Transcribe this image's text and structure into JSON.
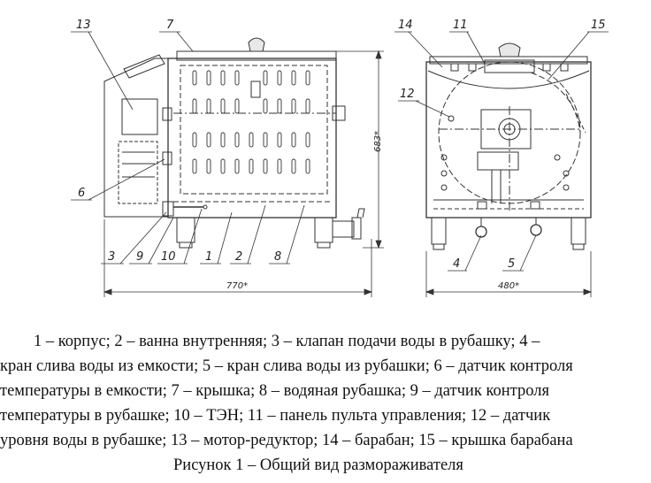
{
  "callouts": {
    "l1": "1",
    "l2": "2",
    "l3": "3",
    "l4": "4",
    "l5": "5",
    "l6": "6",
    "l7": "7",
    "l8": "8",
    "l9": "9",
    "l10": "10",
    "l11": "11",
    "l12": "12",
    "l13": "13",
    "l14": "14",
    "l15": "15"
  },
  "dimensions": {
    "left_width": "770*",
    "left_height": "683*",
    "right_width": "480*"
  },
  "caption": {
    "lines": [
      "1 – корпус;   2 – ванна внутренняя; 3 – клапан подачи воды в рубашку; 4 –",
      "кран слива воды из емкости; 5 – кран слива воды из рубашки; 6 – датчик контроля",
      "температуры в емкости; 7 – крышка; 8 – водяная рубашка; 9 – датчик контроля",
      "температуры в рубашке; 10 – ТЭН; 11 – панель пульта управления; 12 – датчик",
      "уровня воды в рубашке; 13 – мотор-редуктор; 14 – барабан; 15 – крышка барабана"
    ],
    "figure_title": "Рисунок 1 – Общий вид размораживателя"
  }
}
